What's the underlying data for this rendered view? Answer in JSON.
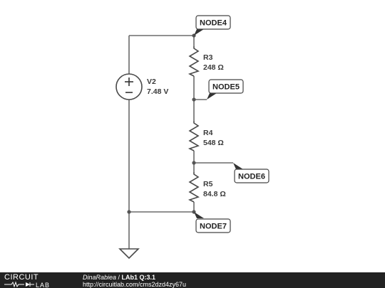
{
  "nodes": {
    "node4": "NODE4",
    "node5": "NODE5",
    "node6": "NODE6",
    "node7": "NODE7"
  },
  "components": {
    "v2": {
      "name": "V2",
      "value": "7.48 V"
    },
    "r3": {
      "name": "R3",
      "value": "248 Ω"
    },
    "r4": {
      "name": "R4",
      "value": "548 Ω"
    },
    "r5": {
      "name": "R5",
      "value": "84.8 Ω"
    }
  },
  "footer": {
    "logo_top": "CIRCUIT",
    "logo_bottom": "LAB",
    "author": "DinaRabiea",
    "separator": " / ",
    "title": "LAb1 Q:3.1",
    "url": "http://circuitlab.com/cms2dzd4zy67u"
  },
  "colors": {
    "wire": "#6b6b6b",
    "footer_bg": "#222222"
  }
}
